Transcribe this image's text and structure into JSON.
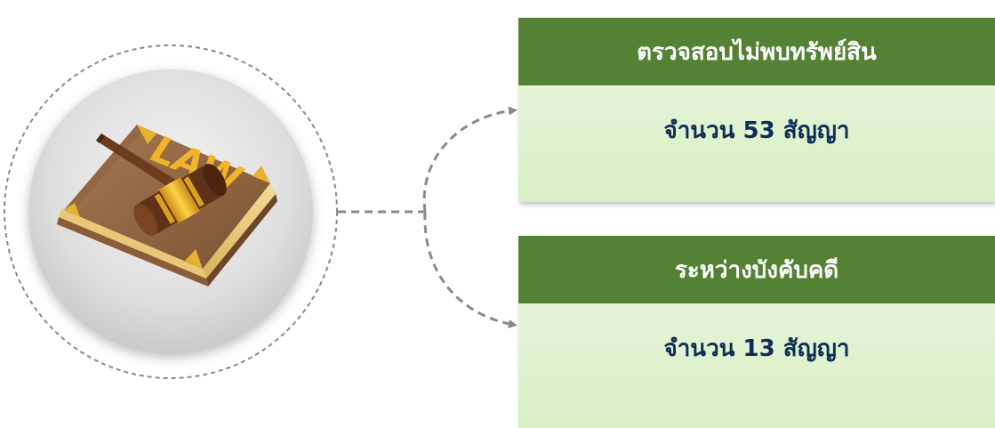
{
  "colors": {
    "header": "#548235",
    "card_bg": "#e2f3d2",
    "value_text": "#0d2d55",
    "connector": "#888888"
  },
  "icon": {
    "name": "law-book-gavel-icon",
    "book_text": "LAW"
  },
  "cards": [
    {
      "title": "ตรวจสอบไม่พบทรัพย์สิน",
      "value": "จำนวน 53 สัญญา"
    },
    {
      "title": "ระหว่างบังคับคดี",
      "value": "จำนวน 13 สัญญา"
    }
  ]
}
